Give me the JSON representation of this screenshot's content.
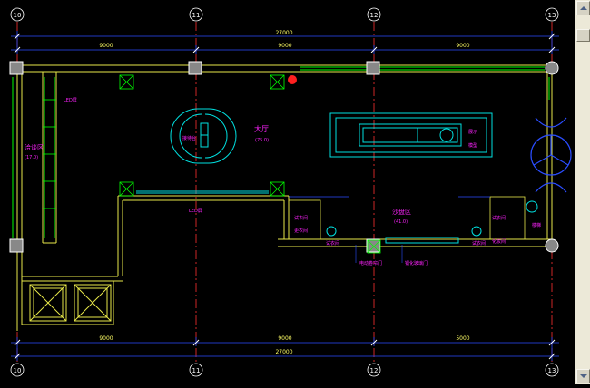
{
  "drawing": {
    "grid_labels": [
      "10",
      "11",
      "12",
      "13"
    ],
    "top_total": "27000",
    "top_segments": [
      "9000",
      "9000",
      "9000"
    ],
    "bottom_total": "27000",
    "bottom_segments": [
      "9000",
      "9000",
      "5000"
    ],
    "rooms": {
      "hall_name": "大厅",
      "hall_area": "(75.0)",
      "reception": "接待台",
      "left_room": "洽谈区",
      "left_room_area": "(17.0)",
      "sand_room": "沙盘区",
      "sand_room_area": "(41.0)",
      "led_top": "LED屏",
      "led_mid": "LED屏",
      "right_top_a": "展示",
      "right_top_b": "模型",
      "small_left_a": "试衣间",
      "small_left_b": "更衣间",
      "small_right_a": "试衣间",
      "small_right_b": "化妆间",
      "fitting_a": "试衣间",
      "fitting_b": "试衣间",
      "far_right": "楼梯",
      "callout_a": "电动卷帘门",
      "callout_b": "钢化玻璃门"
    }
  },
  "colors": {
    "background": "#000000",
    "grid": "#ff3030",
    "dimension": "#2a4dff",
    "wall": "#e8e84a",
    "wall_outline": "#ffffff",
    "furniture": "#00e0e0",
    "text": "#ff22ff",
    "green": "#00ff00"
  },
  "ui": {
    "scroll_up": "scroll-up-arrow-icon",
    "scroll_down": "scroll-down-arrow-icon"
  }
}
